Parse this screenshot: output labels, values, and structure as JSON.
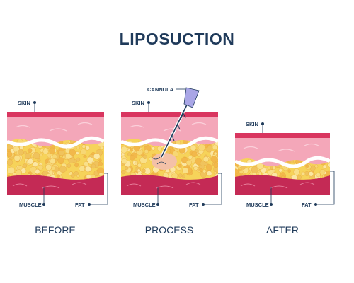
{
  "title": "LIPOSUCTION",
  "panels": [
    {
      "caption": "BEFORE",
      "labels": {
        "skin": "SKIN",
        "muscle": "MUSCLE",
        "fat": "FAT"
      }
    },
    {
      "caption": "PROCESS",
      "labels": {
        "skin": "SKIN",
        "muscle": "MUSCLE",
        "fat": "FAT",
        "cannula": "CANNULA"
      }
    },
    {
      "caption": "AFTER",
      "labels": {
        "skin": "SKIN",
        "muscle": "MUSCLE",
        "fat": "FAT"
      }
    }
  ],
  "colors": {
    "title": "#1f3a5a",
    "skin_top": "#d9355f",
    "skin": "#f4a7b9",
    "fat": "#f6d35a",
    "muscle": "#c42a55",
    "cannula": "#a9a6e6"
  }
}
